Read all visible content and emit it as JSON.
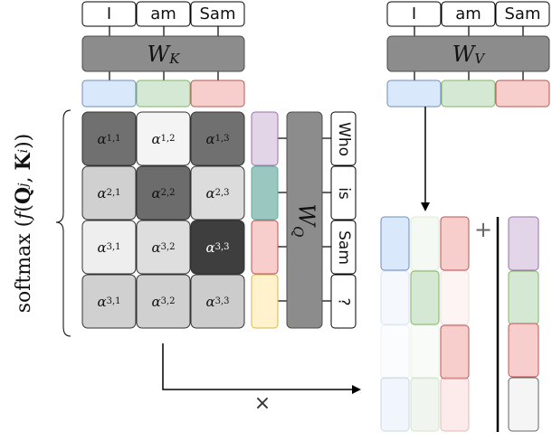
{
  "key_tokens": [
    "I",
    "am",
    "Sam"
  ],
  "value_tokens": [
    "I",
    "am",
    "Sam"
  ],
  "query_tokens": [
    "Who",
    "is",
    "Sam",
    "?"
  ],
  "weights": {
    "key": {
      "symbol": "W",
      "sub": "K"
    },
    "value": {
      "symbol": "W",
      "sub": "V"
    },
    "query": {
      "symbol": "W",
      "sub": "Q"
    }
  },
  "softmax_label": "softmax(f(Q_j, K_i))",
  "alpha_labels": [
    [
      "α1,1",
      "α1,2",
      "α1,3"
    ],
    [
      "α2,1",
      "α2,2",
      "α2,3"
    ],
    [
      "α3,1",
      "α3,2",
      "α3,3"
    ],
    [
      "α3,1",
      "α3,2",
      "α3,3"
    ]
  ],
  "alpha_shades": [
    [
      "#707070",
      "#f4f4f4",
      "#707070"
    ],
    [
      "#d0d0d0",
      "#6c6c6c",
      "#dcdcdc"
    ],
    [
      "#eeeeee",
      "#dedede",
      "#3e3e3e"
    ],
    [
      "#d0d0d0",
      "#d0d0d0",
      "#cccccc"
    ]
  ],
  "operators": {
    "times": "×",
    "plus": "+"
  },
  "colors": {
    "blue": "#dae8fc",
    "blue_border": "#6c8ebf",
    "green": "#d5e8d4",
    "green_border": "#82b366",
    "red": "#f8cecc",
    "red_border": "#b85450",
    "purple": "#e1d5e7",
    "purple_border": "#9673a6",
    "teal": "#9ac7bf",
    "teal_border": "#67ab9f",
    "yellow": "#fff2cc",
    "yellow_border": "#d6b656",
    "weight_fill": "#8c8c8c",
    "weight_border": "#4d4d4d"
  }
}
